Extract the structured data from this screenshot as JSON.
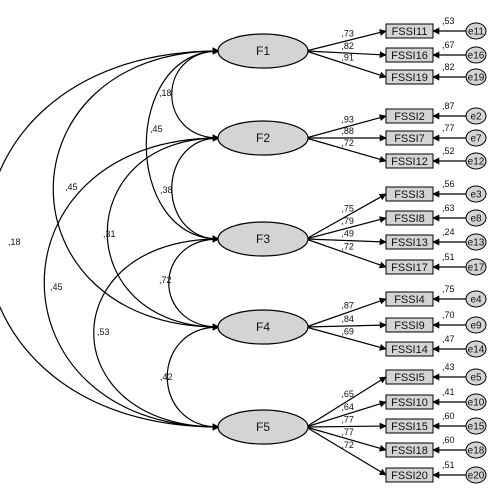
{
  "factors": [
    {
      "id": "F1",
      "label": "F1"
    },
    {
      "id": "F2",
      "label": "F2"
    },
    {
      "id": "F3",
      "label": "F3"
    },
    {
      "id": "F4",
      "label": "F4"
    },
    {
      "id": "F5",
      "label": "F5"
    }
  ],
  "items": [
    {
      "factor": "F1",
      "label": "FSSI11",
      "loading": ",73",
      "r2": ",53",
      "error": "e11"
    },
    {
      "factor": "F1",
      "label": "FSSI16",
      "loading": ",82",
      "r2": ",67",
      "error": "e16"
    },
    {
      "factor": "F1",
      "label": "FSSI19",
      "loading": ",91",
      "r2": ",82",
      "error": "e19"
    },
    {
      "factor": "F2",
      "label": "FSSI2",
      "loading": ",93",
      "r2": ",87",
      "error": "e2"
    },
    {
      "factor": "F2",
      "label": "FSSI7",
      "loading": ",88",
      "r2": ",77",
      "error": "e7"
    },
    {
      "factor": "F2",
      "label": "FSSI12",
      "loading": ",72",
      "r2": ",52",
      "error": "e12"
    },
    {
      "factor": "F3",
      "label": "FSSI3",
      "loading": ",75",
      "r2": ",56",
      "error": "e3"
    },
    {
      "factor": "F3",
      "label": "FSSI8",
      "loading": ",79",
      "r2": ",63",
      "error": "e8"
    },
    {
      "factor": "F3",
      "label": "FSSI13",
      "loading": ",49",
      "r2": ",24",
      "error": "e13"
    },
    {
      "factor": "F3",
      "label": "FSSI17",
      "loading": ",72",
      "r2": ",51",
      "error": "e17"
    },
    {
      "factor": "F4",
      "label": "FSSI4",
      "loading": ",87",
      "r2": ",75",
      "error": "e4"
    },
    {
      "factor": "F4",
      "label": "FSSI9",
      "loading": ",84",
      "r2": ",70",
      "error": "e9"
    },
    {
      "factor": "F4",
      "label": "FSSI14",
      "loading": ",69",
      "r2": ",47",
      "error": "e14"
    },
    {
      "factor": "F5",
      "label": "FSSI5",
      "loading": ",65",
      "r2": ",43",
      "error": "e5"
    },
    {
      "factor": "F5",
      "label": "FSSI10",
      "loading": ",64",
      "r2": ",41",
      "error": "e10"
    },
    {
      "factor": "F5",
      "label": "FSSI15",
      "loading": ",77",
      "r2": ",60",
      "error": "e15"
    },
    {
      "factor": "F5",
      "label": "FSSI18",
      "loading": ",77",
      "r2": ",60",
      "error": "e18"
    },
    {
      "factor": "F5",
      "label": "FSSI20",
      "loading": ",72",
      "r2": ",51",
      "error": "e20"
    }
  ],
  "covariances": [
    {
      "from": "F1",
      "to": "F2",
      "value": ",18"
    },
    {
      "from": "F1",
      "to": "F3",
      "value": ",45"
    },
    {
      "from": "F1",
      "to": "F4",
      "value": ",45"
    },
    {
      "from": "F1",
      "to": "F5",
      "value": ",18"
    },
    {
      "from": "F2",
      "to": "F3",
      "value": ",38"
    },
    {
      "from": "F2",
      "to": "F4",
      "value": ",31"
    },
    {
      "from": "F2",
      "to": "F5",
      "value": ",45"
    },
    {
      "from": "F3",
      "to": "F4",
      "value": ",72"
    },
    {
      "from": "F3",
      "to": "F5",
      "value": ",53"
    },
    {
      "from": "F4",
      "to": "F5",
      "value": ",42"
    }
  ],
  "colors": {
    "factor_fill": "#d4d4d4",
    "item_fill": "#d4d4d4",
    "error_fill": "#d4d4d4",
    "stroke": "#000000"
  }
}
